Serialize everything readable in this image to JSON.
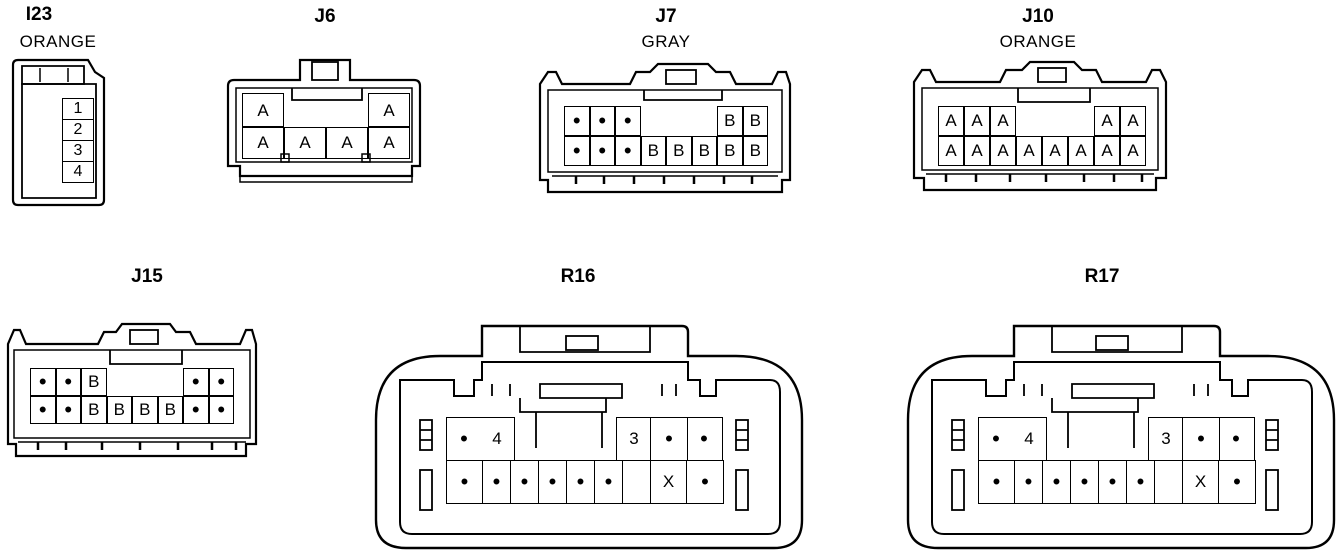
{
  "connectors": [
    {
      "id": "I23",
      "color": "ORANGE",
      "rows": [
        [
          "1"
        ],
        [
          "2"
        ],
        [
          "3"
        ],
        [
          "4"
        ]
      ]
    },
    {
      "id": "J6",
      "color": "",
      "rows": [
        [
          "A",
          "",
          "",
          "A"
        ],
        [
          "A",
          "A",
          "A",
          "A"
        ]
      ]
    },
    {
      "id": "J7",
      "color": "GRAY",
      "rows": [
        [
          "•",
          "•",
          "•",
          "",
          "",
          "",
          "B",
          "B"
        ],
        [
          "•",
          "•",
          "•",
          "B",
          "B",
          "B",
          "B",
          "B"
        ]
      ]
    },
    {
      "id": "J10",
      "color": "ORANGE",
      "rows": [
        [
          "A",
          "A",
          "A",
          "",
          "",
          "",
          "A",
          "A"
        ],
        [
          "A",
          "A",
          "A",
          "A",
          "A",
          "A",
          "A",
          "A"
        ]
      ]
    },
    {
      "id": "J15",
      "color": "",
      "rows": [
        [
          "•",
          "•",
          "B",
          "",
          "",
          "",
          "•",
          "•"
        ],
        [
          "•",
          "•",
          "B",
          "B",
          "B",
          "B",
          "•",
          "•"
        ]
      ]
    },
    {
      "id": "R16",
      "color": "",
      "rows": [
        [
          "•",
          "4",
          "",
          "",
          "",
          "3",
          "•",
          "•"
        ],
        [
          "•",
          "•",
          "•",
          "•",
          "•",
          "•",
          "X",
          "•"
        ]
      ]
    },
    {
      "id": "R17",
      "color": "",
      "rows": [
        [
          "•",
          "4",
          "",
          "",
          "",
          "3",
          "•",
          "•"
        ],
        [
          "•",
          "•",
          "•",
          "•",
          "•",
          "•",
          "X",
          "•"
        ]
      ]
    }
  ]
}
